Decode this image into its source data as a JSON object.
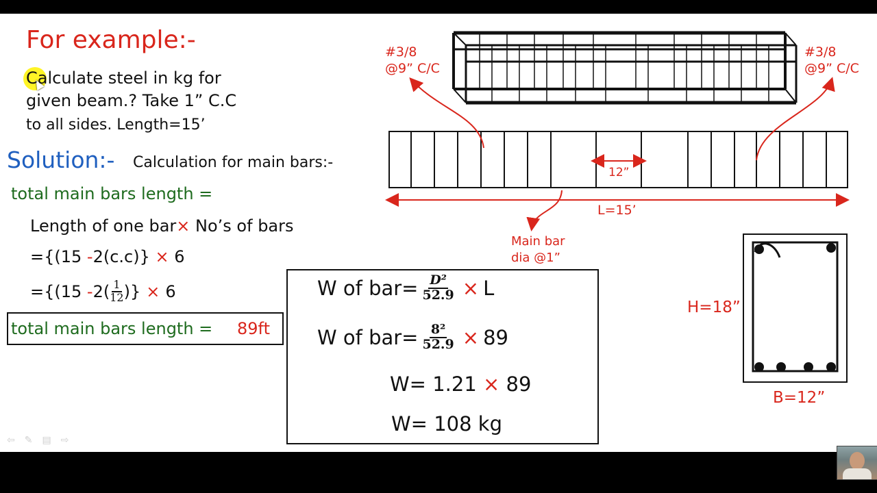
{
  "heading": "For example:-",
  "question": {
    "line1": "Calculate steel in kg for",
    "line2": "given beam.? Take 1” C.C",
    "line3": "to all sides. Length=15’"
  },
  "solution": {
    "label": "Solution:-",
    "subtitle": "Calculation for main bars:-",
    "total_label": "total main bars length =",
    "step1_a": "Length of one bar",
    "step1_x": "×",
    "step1_b": "No’s of bars",
    "step2_a": "={(15 ",
    "step2_b": "-",
    "step2_c": "2(c.c)}",
    "step2_x": "×",
    "step2_d": "6",
    "step3_a": "={(15 ",
    "step3_b": "-",
    "step3_c": "2(",
    "step3_num": "1",
    "step3_den": "12",
    "step3_e": ")}",
    "step3_x": "×",
    "step3_f": "6",
    "result_label": "total main bars length =",
    "result_value": "89ft"
  },
  "formula_box": {
    "r1_label": "W of bar=",
    "r1_num": "D²",
    "r1_den": "52.9",
    "r1_x": "×",
    "r1_tail": "L",
    "r2_label": "W of bar=",
    "r2_num": "8²",
    "r2_den": "52.9",
    "r2_x": "×",
    "r2_tail": "89",
    "r3_label": "W=",
    "r3_val": "1.21",
    "r3_x": "×",
    "r3_tail": "89",
    "r4_label": "W=",
    "r4_val": "108 kg"
  },
  "diagram": {
    "stirrup_left_1": "#3/8",
    "stirrup_left_2": "@9” C/C",
    "stirrup_right_1": "#3/8",
    "stirrup_right_2": "@9” C/C",
    "spacing": "12”",
    "length": "L=15’",
    "main_bar_1": "Main bar",
    "main_bar_2": "dia @1”",
    "height": "H=18”",
    "width": "B=12”"
  },
  "colors": {
    "red": "#d9261c",
    "green": "#1e6b1e",
    "blue": "#1f5fbf",
    "highlight": "#fff200"
  }
}
